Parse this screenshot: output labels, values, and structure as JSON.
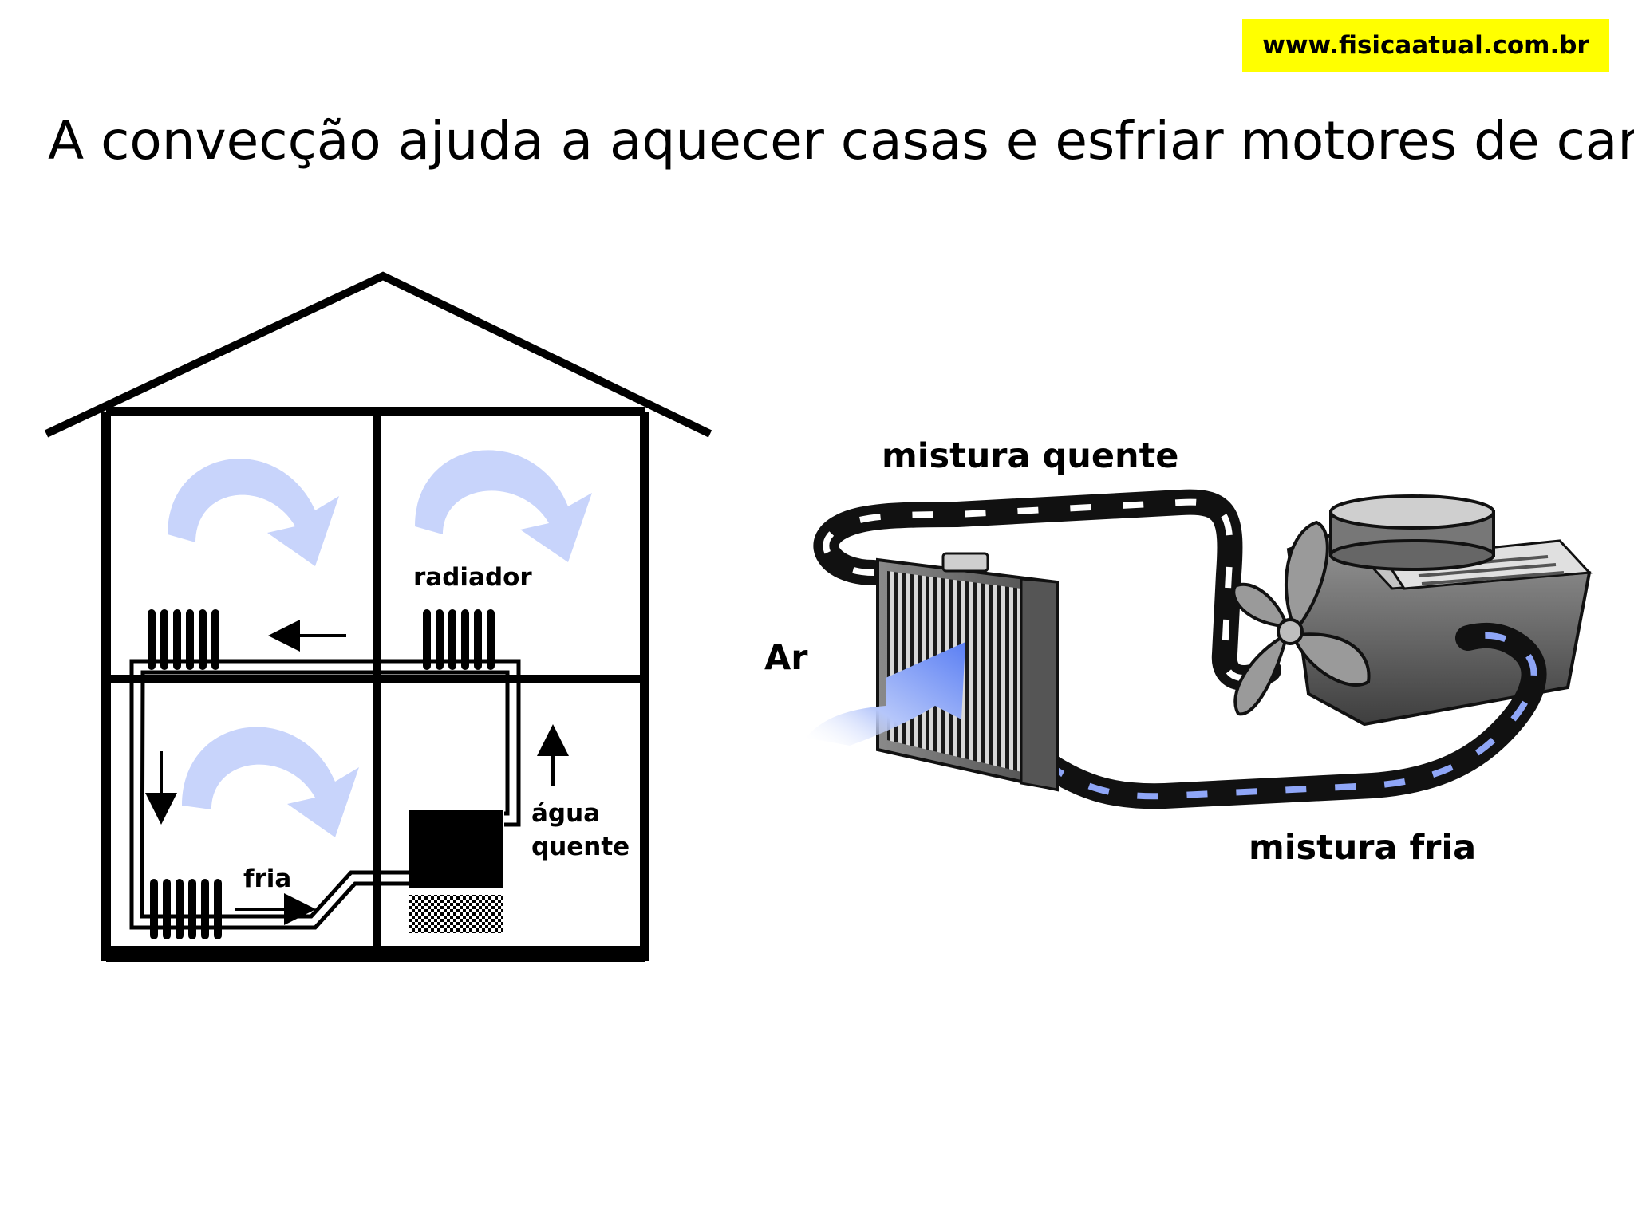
{
  "site_url": "www.fisicaatual.com.br",
  "title": "A convecção ajuda a aquecer casas e esfriar motores de carro.",
  "house": {
    "radiator_label": "radiador",
    "cold_label": "fria",
    "hot_water_line1": "água",
    "hot_water_line2": "quente"
  },
  "engine": {
    "hot_mix_label": "mistura quente",
    "air_label": "Ar",
    "cold_mix_label": "mistura fria"
  },
  "colors": {
    "badge": "#ffff00",
    "convection_arrow": "#c8d4fb",
    "air_flow": "#6a8cf5",
    "hose": "#111111"
  }
}
